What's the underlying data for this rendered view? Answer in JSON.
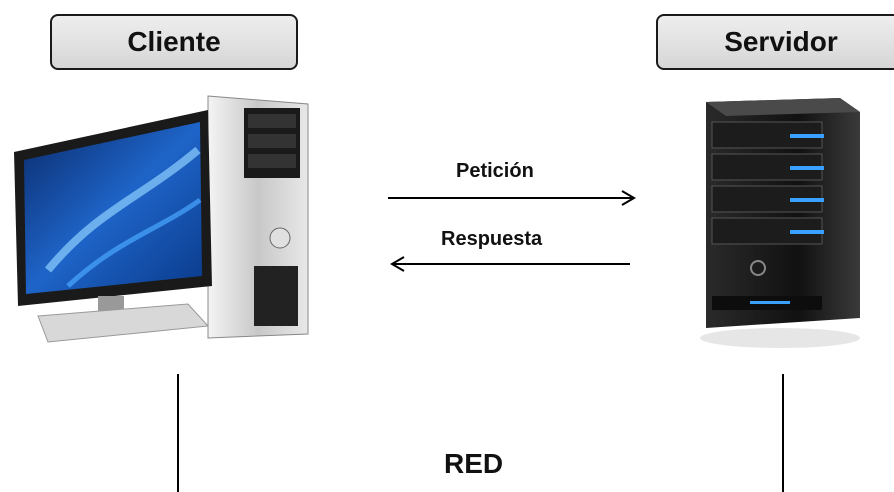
{
  "client": {
    "label": "Cliente",
    "device": "desktop-computer-icon"
  },
  "server": {
    "label": "Servidor",
    "device": "server-tower-icon"
  },
  "flows": {
    "request": "Petición",
    "response": "Respuesta"
  },
  "network": {
    "label": "RED"
  },
  "colors": {
    "box_fill": "#dddddd",
    "screen_blue": "#1e64c8",
    "server_light": "#3aa0ff"
  }
}
